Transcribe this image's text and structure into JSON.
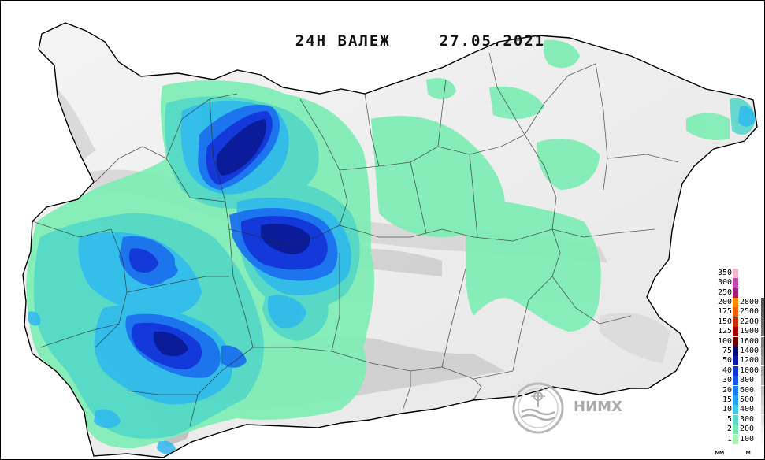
{
  "title": {
    "label": "24Н ВАЛЕЖ",
    "date": "27.05.2021"
  },
  "logo": {
    "text": "НИМХ"
  },
  "legend": {
    "precip": {
      "unit": "мм",
      "values": [
        "1",
        "2",
        "5",
        "10",
        "15",
        "20",
        "30",
        "40",
        "50",
        "75",
        "100",
        "125",
        "150",
        "175",
        "200",
        "250",
        "300",
        "350"
      ],
      "colors": [
        "#a8f2b4",
        "#77ecb2",
        "#5cd8cc",
        "#3fc7ee",
        "#25a4f0",
        "#1a7ef0",
        "#1656e6",
        "#1035d2",
        "#0a1aa8",
        "#050a6c",
        "#6b0000",
        "#a30000",
        "#cc2b00",
        "#f06000",
        "#ff8a00",
        "#a01f7a",
        "#c448ae",
        "#f4b6cc"
      ]
    },
    "altitude": {
      "unit": "м",
      "values": [
        "100",
        "200",
        "300",
        "400",
        "500",
        "600",
        "800",
        "1000",
        "1200",
        "1400",
        "1600",
        "1900",
        "2200",
        "2500",
        "2800"
      ],
      "colors": [
        "#f8f8f8",
        "#efefef",
        "#e4e4e4",
        "#d9d9d9",
        "#cdcdcd",
        "#c0c0c0",
        "#b3b3b3",
        "#a6a6a6",
        "#999999",
        "#8d8d8d",
        "#808080",
        "#747474",
        "#686868",
        "#5c5c5c",
        "#505050"
      ]
    }
  },
  "map": {
    "border_color": "#000000",
    "colors": {
      "land": "#f2f2f2",
      "relief_light": "#e2e2e2",
      "relief_dark": "#b9b9b9",
      "rain_light": "#7eedb4",
      "rain_teal": "#4fd6c8",
      "rain_cyan": "#2fb8f0",
      "rain_blue": "#1a6fee",
      "rain_deep": "#1436d8",
      "rain_navy": "#0a1a96"
    }
  }
}
